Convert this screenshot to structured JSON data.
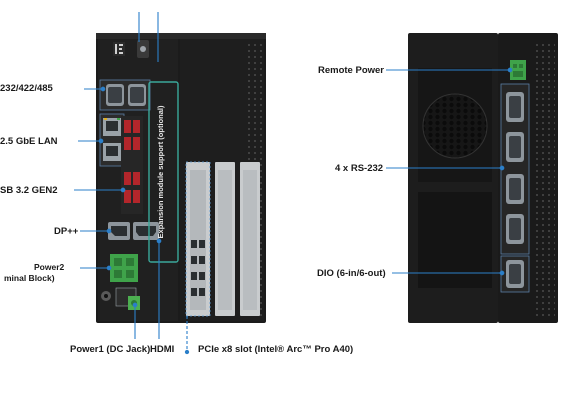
{
  "front_labels": {
    "serial": "232/422/485",
    "lan": "2.5 GbE LAN",
    "usb": "SB 3.2 GEN2",
    "dp": "DP++",
    "power2_line1": "Power2",
    "power2_line2": "minal Block)",
    "power1": "Power1 (DC Jack)",
    "hdmi": "HDMI",
    "pcie": "PCIe x8 slot (Intel® Arc™ Pro A40)",
    "expansion": "Expansion module support (optional)"
  },
  "rear_labels": {
    "remote_power": "Remote Power",
    "rs232": "4 x RS-232",
    "dio": "DIO (6-in/6-out)"
  },
  "colors": {
    "callout": "#2b7fc9",
    "chassis": "#1b1b1b",
    "panel": "#222222",
    "port_metal": "#8d959c",
    "usb_red": "#b3262b",
    "terminal_green": "#3fa34a",
    "expansion_outline": "#3aa89a"
  }
}
